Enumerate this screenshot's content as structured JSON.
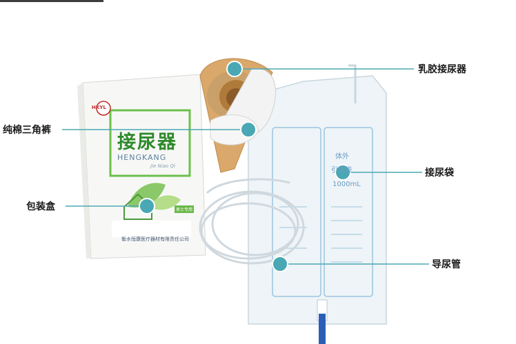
{
  "callouts": [
    {
      "id": "latex",
      "label": "乳胶接尿器"
    },
    {
      "id": "cotton",
      "label": "纯棉三角裤"
    },
    {
      "id": "bag",
      "label": "接尿袋"
    },
    {
      "id": "box",
      "label": "包装盒"
    },
    {
      "id": "tube",
      "label": "导尿管"
    }
  ],
  "package": {
    "title": "接尿器",
    "brand_en": "HENGKANG",
    "pinyin": "Jie Niao Qi",
    "logo_text": "HKYL",
    "badge": "男士专用",
    "manufacturer": "衡水恒康医疗器材有限责任公司"
  },
  "bag": {
    "label_top": "体外",
    "label_mid": "引流袋",
    "capacity": "1000mL"
  },
  "colors": {
    "accent": "#4aa8b4",
    "box_green": "#2f8a2c",
    "latex": "#d9a86a"
  }
}
